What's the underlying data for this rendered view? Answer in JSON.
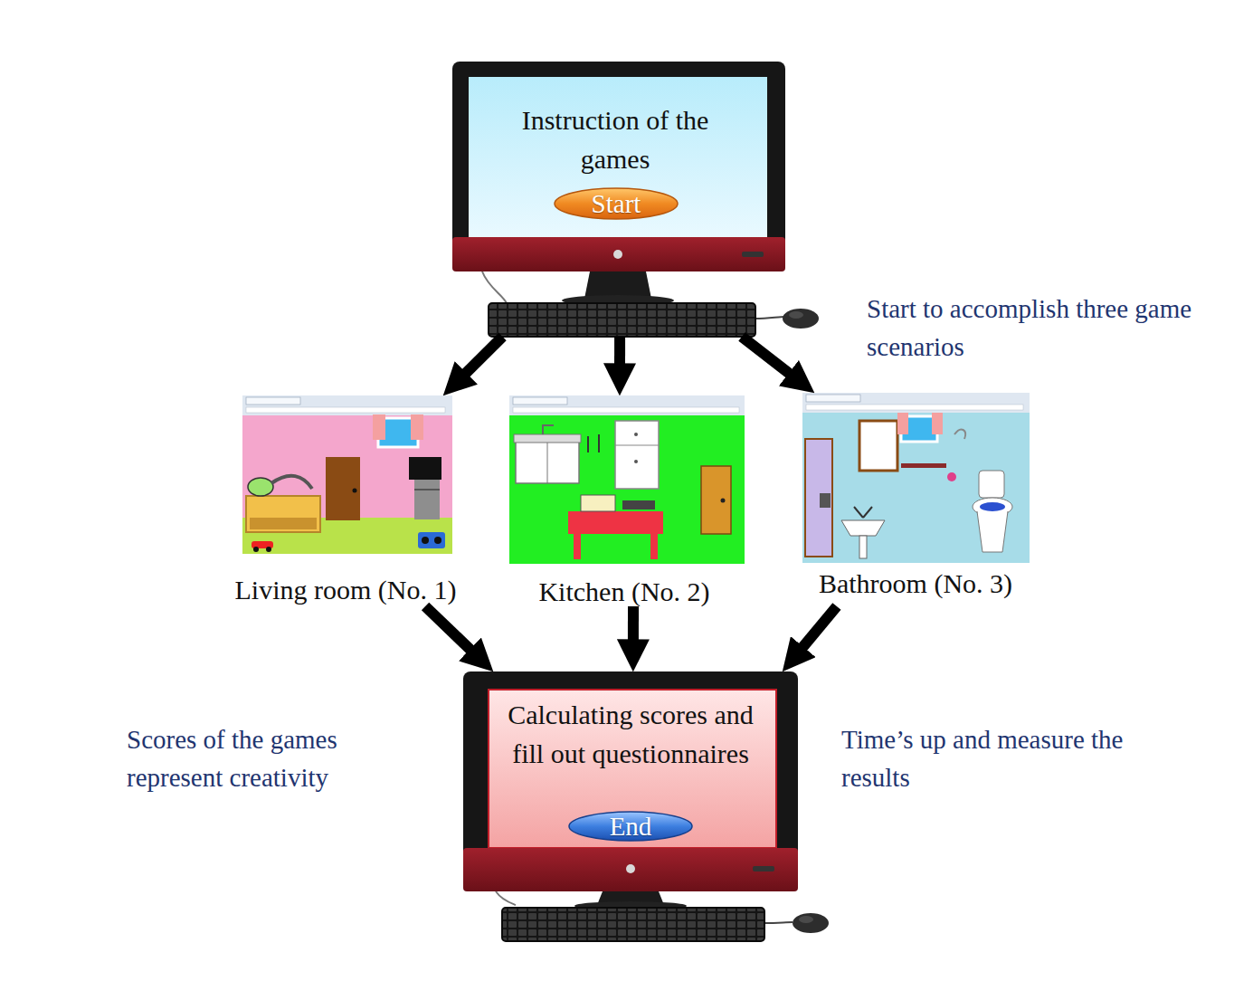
{
  "diagram": {
    "nodes": [
      {
        "text": [
          "Instruction of the games"
        ]
      },
      {
        "text": [
          "Start"
        ],
        "in": 0
      },
      {
        "text": [
          "Living room (No. 1)"
        ]
      },
      {
        "text": [
          "Kitchen (No. 2)"
        ]
      },
      {
        "text": [
          "Bathroom (No. 3)"
        ]
      },
      {
        "text": [
          "Calculating scores and fill out questionnaires"
        ]
      },
      {
        "text": [
          "End"
        ],
        "in": 5
      }
    ],
    "edges": [
      {
        "from": 0,
        "to": 2,
        "arrow": "to"
      },
      {
        "from": 0,
        "to": 3,
        "arrow": "to"
      },
      {
        "from": 0,
        "to": 4,
        "arrow": "to"
      },
      {
        "from": 2,
        "to": 5,
        "arrow": "to"
      },
      {
        "from": 3,
        "to": 5,
        "arrow": "to"
      },
      {
        "from": 4,
        "to": 5,
        "arrow": "to"
      }
    ],
    "labels": [
      "Start to accomplish three game scenarios",
      "Scores of the games represent creativity",
      "Time’s up and measure the results"
    ]
  }
}
